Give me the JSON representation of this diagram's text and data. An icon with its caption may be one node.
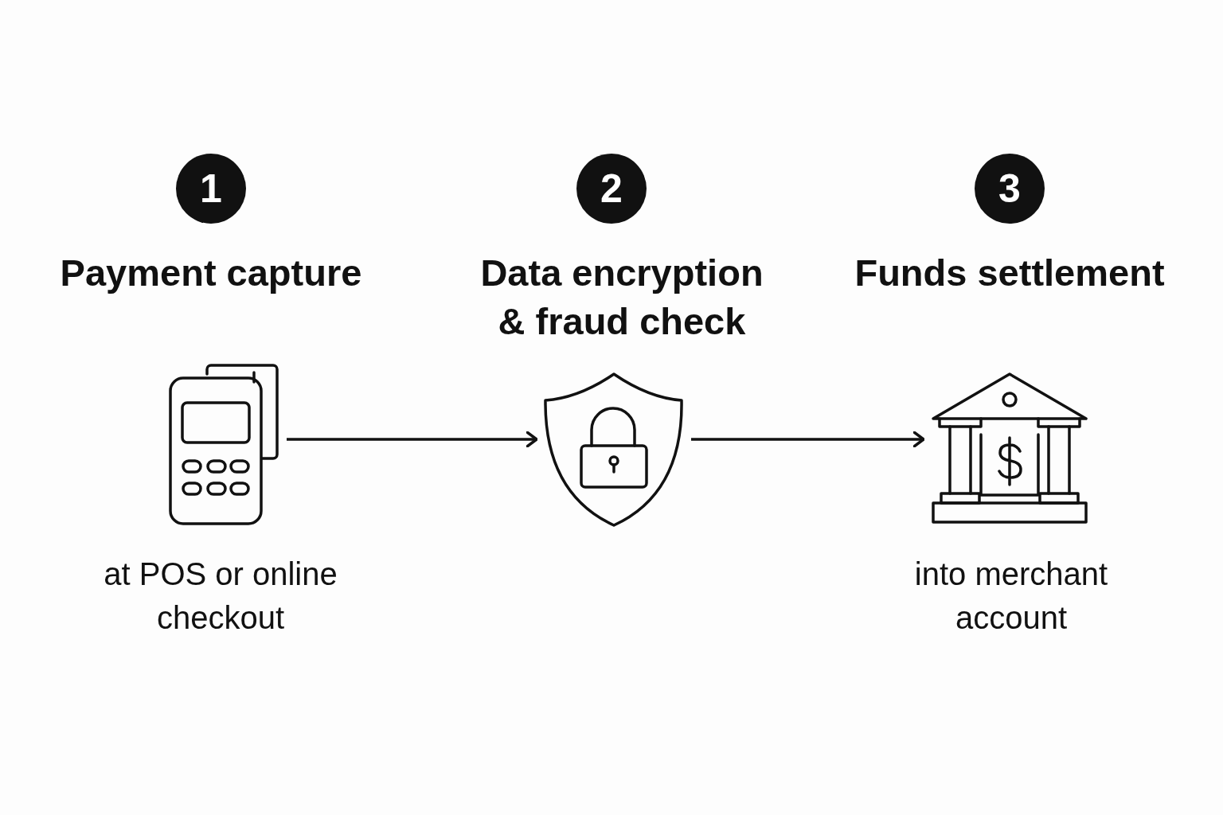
{
  "diagram": {
    "nodes": [
      {
        "text": [
          "1"
        ]
      },
      {
        "text": [
          "2"
        ]
      },
      {
        "text": [
          "3"
        ]
      },
      {
        "text": [],
        "shape": "picture"
      },
      {
        "text": [],
        "shape": "picture"
      },
      {
        "text": [],
        "shape": "picture"
      }
    ],
    "edges": [
      {
        "from": 3,
        "to": 4,
        "arrow": "to"
      },
      {
        "from": 4,
        "to": 5,
        "arrow": "to"
      }
    ],
    "labels": [
      "Payment capture",
      "Data encryption & fraud check",
      "Funds settlement",
      "at POS or online checkout",
      "into merchant account"
    ]
  }
}
